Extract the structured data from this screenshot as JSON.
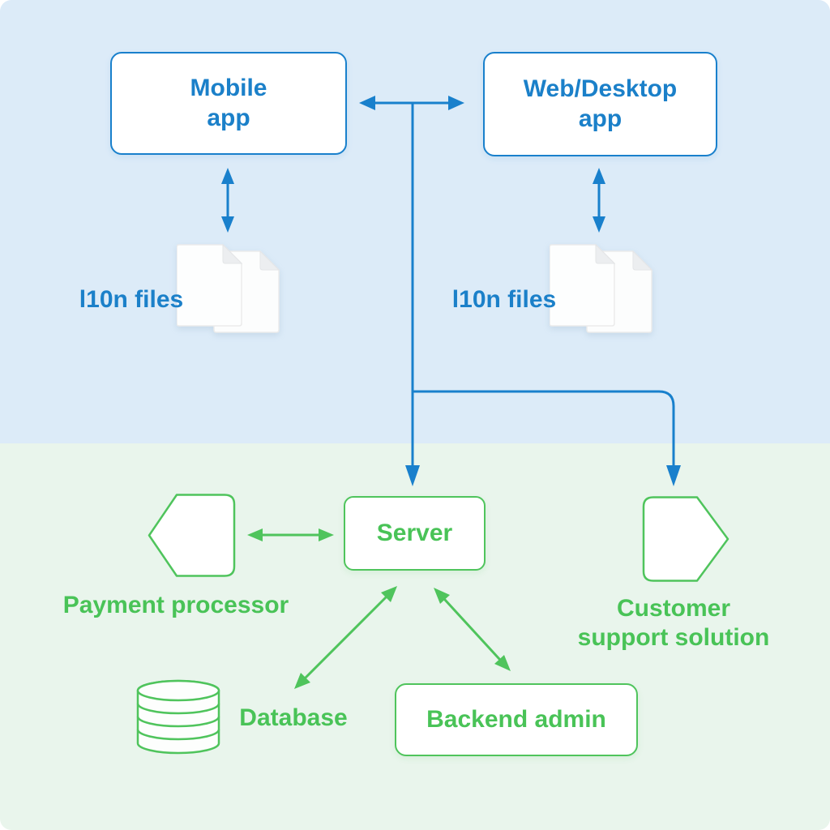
{
  "colors": {
    "blue": "#1980cc",
    "green": "#4fc45c",
    "top_background": "#dcebf8",
    "bottom_background": "#e9f5ec",
    "shape_fill": "#ffffff"
  },
  "nodes": {
    "mobile_app": {
      "line1": "Mobile",
      "line2": "app"
    },
    "web_desktop_app": {
      "line1": "Web/Desktop",
      "line2": "app"
    },
    "l10n_files_left": {
      "label": "l10n files"
    },
    "l10n_files_right": {
      "label": "l10n files"
    },
    "server": {
      "label": "Server"
    },
    "payment_processor": {
      "label": "Payment processor"
    },
    "customer_support_solution": {
      "line1": "Customer",
      "line2": "support solution"
    },
    "database": {
      "label": "Database"
    },
    "backend_admin": {
      "label": "Backend admin"
    }
  },
  "icons": {
    "l10n_left": "document-stack-icon",
    "l10n_right": "document-stack-icon",
    "database": "database-cylinder-icon",
    "payment_processor": "pentagon-left-icon",
    "customer_support": "pentagon-right-icon"
  },
  "edges": [
    {
      "from": "mobile-app",
      "to": "web-desktop-app",
      "style": "double-arrow",
      "color": "blue"
    },
    {
      "from": "apps-junction",
      "to": "server",
      "style": "arrow",
      "color": "blue"
    },
    {
      "from": "apps-junction",
      "to": "customer-support-solution",
      "style": "arrow",
      "color": "blue"
    },
    {
      "from": "mobile-app",
      "to": "l10n-files-left",
      "style": "double-arrow",
      "color": "blue"
    },
    {
      "from": "web-desktop-app",
      "to": "l10n-files-right",
      "style": "double-arrow",
      "color": "blue"
    },
    {
      "from": "payment-processor",
      "to": "server",
      "style": "double-arrow",
      "color": "green"
    },
    {
      "from": "server",
      "to": "database",
      "style": "double-arrow",
      "color": "green"
    },
    {
      "from": "server",
      "to": "backend-admin",
      "style": "double-arrow",
      "color": "green"
    }
  ]
}
